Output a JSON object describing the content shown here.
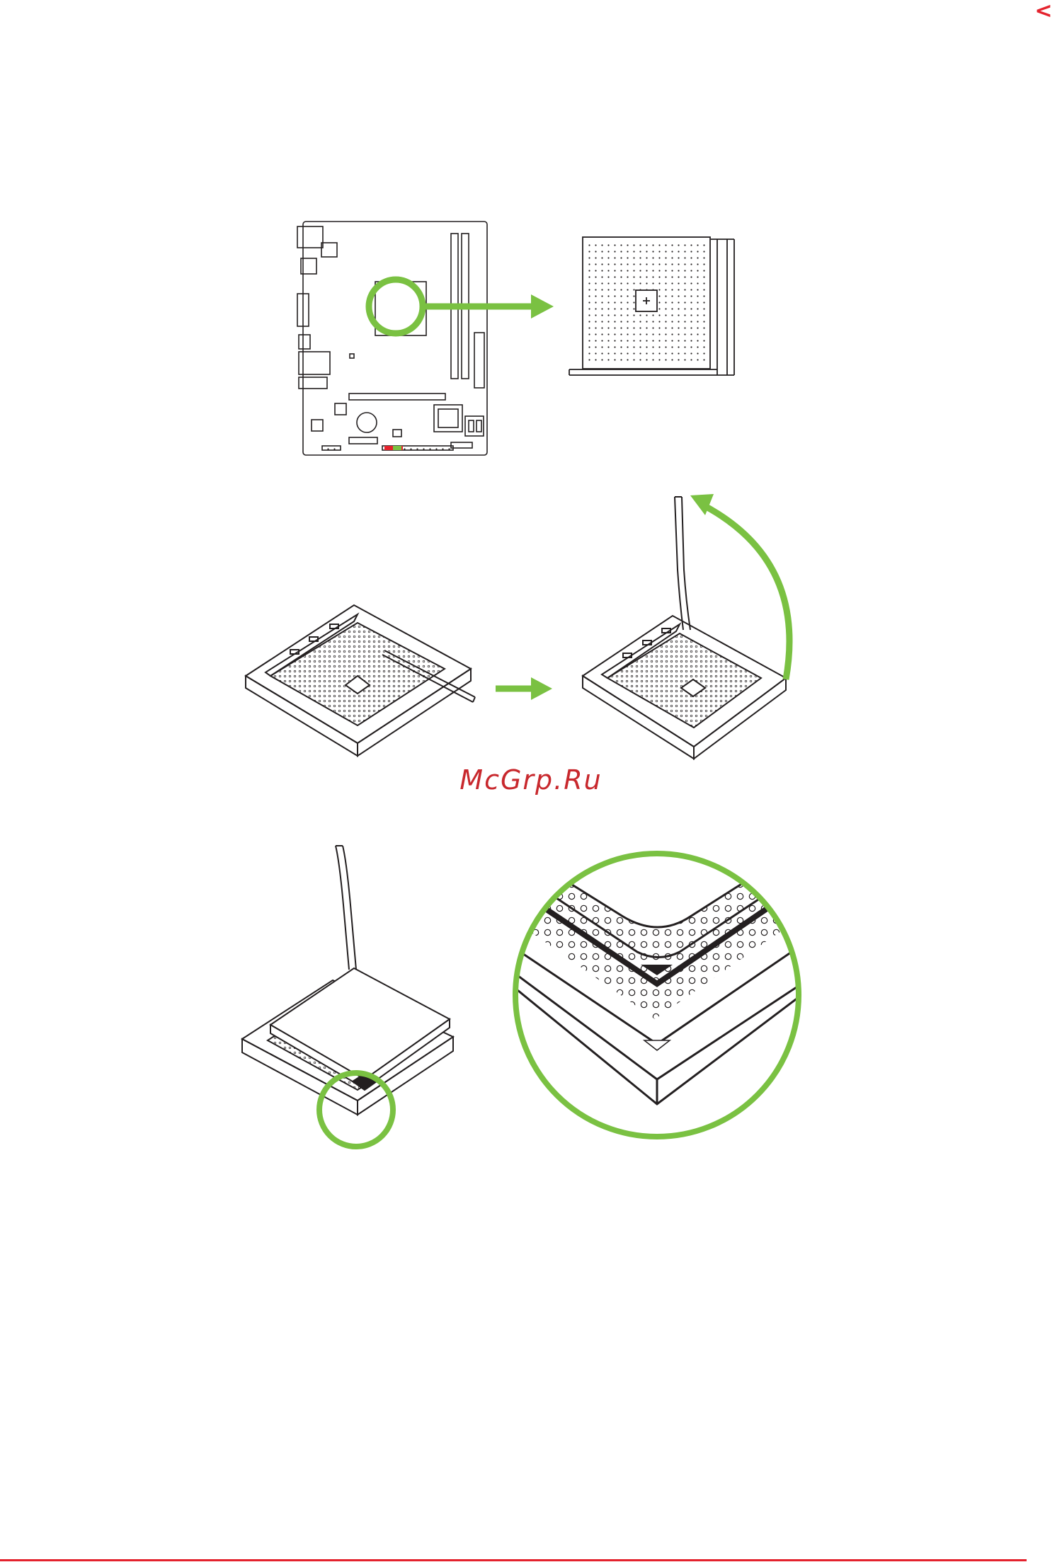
{
  "nav": {
    "back_glyph": "<",
    "back_icon": "chevron-left-icon"
  },
  "watermark": {
    "text": "McGrp.Ru"
  },
  "colors": {
    "accent_green": "#7ac142",
    "brand_red": "#e4222d",
    "watermark_red": "#c8282d",
    "line_art": "#231f20"
  },
  "figures": [
    {
      "name": "motherboard-cpu-location"
    },
    {
      "name": "socket-lever-raise"
    },
    {
      "name": "cpu-insert-alignment"
    }
  ]
}
